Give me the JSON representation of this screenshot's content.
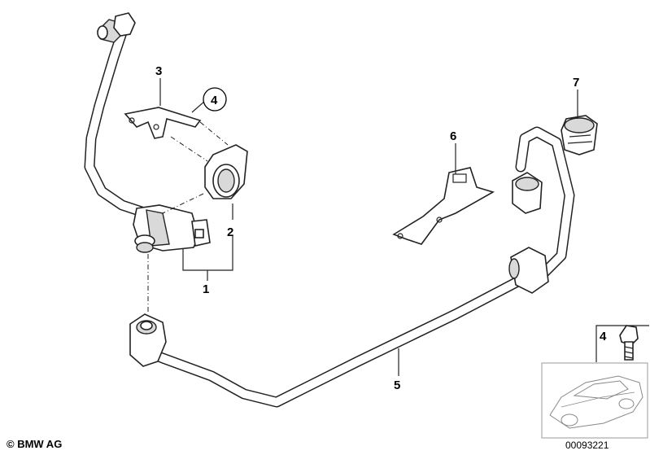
{
  "callouts": {
    "c1": "1",
    "c2": "2",
    "c3": "3",
    "c4_circle": "4",
    "c5": "5",
    "c6": "6",
    "c7": "7",
    "c4_inset": "4"
  },
  "footer": {
    "copyright": "© BMW AG",
    "image_number": "00093221"
  }
}
